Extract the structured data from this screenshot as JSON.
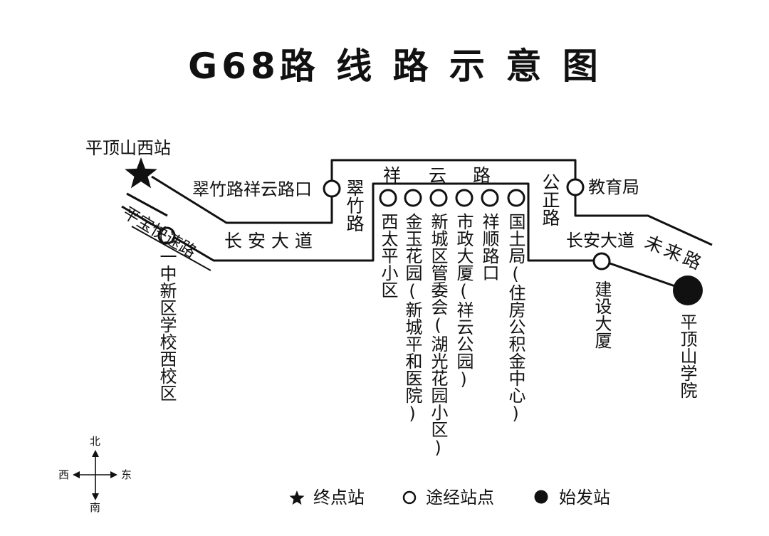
{
  "title": "G68路 线 路 示 意 图",
  "stations": {
    "terminal": "平顶山西站",
    "start": "平顶山学院",
    "cuizhu_xiangyun": "翠竹路祥云路口",
    "yizhong": "一中新区学校西校区",
    "xitaiping": "西太平小区",
    "jinyu": "金玉花园(新城平和医院)",
    "xinchengqu": "新城区管委会(湖光花园小区)",
    "shizheng": "市政大厦(祥云公园)",
    "xiangshun": "祥顺路口",
    "guotu": "国土局(住房公积金中心)",
    "jiaoyu": "教育局",
    "jianshe": "建设大厦"
  },
  "roads": {
    "pingbao": "平宝快速路",
    "changan_west": "长 安 大 道",
    "cuizhu": "翠竹路",
    "xiangyun": [
      "祥",
      "云",
      "路"
    ],
    "gongzheng": "公正路",
    "changan_east": "长安大道",
    "weilai": "未来路"
  },
  "legend": {
    "terminal_label": "终点站",
    "stop_label": "途经站点",
    "start_label": "始发站"
  },
  "compass": {
    "north": "北",
    "south": "南",
    "east": "东",
    "west": "西"
  },
  "colors": {
    "route": "#111111",
    "background": "#ffffff"
  }
}
